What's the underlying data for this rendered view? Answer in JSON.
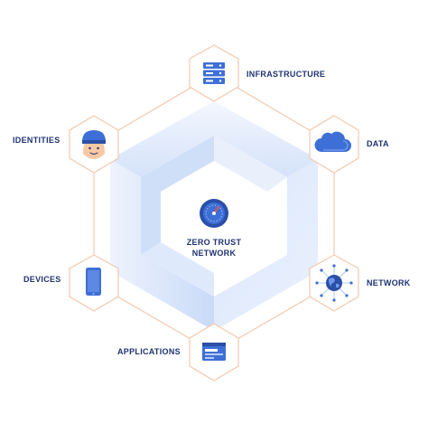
{
  "center": {
    "line1": "ZERO TRUST",
    "line2": "NETWORK",
    "icon": "compass-icon"
  },
  "nodes": {
    "infrastructure": {
      "label": "INFRASTRUCTURE",
      "icon": "server-rack-icon"
    },
    "data": {
      "label": "DATA",
      "icon": "cloud-icon"
    },
    "network": {
      "label": "NETWORK",
      "icon": "globe-network-icon"
    },
    "applications": {
      "label": "APPLICATIONS",
      "icon": "app-window-icon"
    },
    "devices": {
      "label": "DEVICES",
      "icon": "smartphone-icon"
    },
    "identities": {
      "label": "IDENTITIES",
      "icon": "user-head-icon"
    }
  },
  "colors": {
    "outline": "#f2c9ad",
    "label": "#1f3372",
    "icon_blue": "#3d6fd6",
    "icon_dark": "#2a4fa8",
    "shade": "#d9e5fb",
    "accent_red": "#e2534b"
  }
}
